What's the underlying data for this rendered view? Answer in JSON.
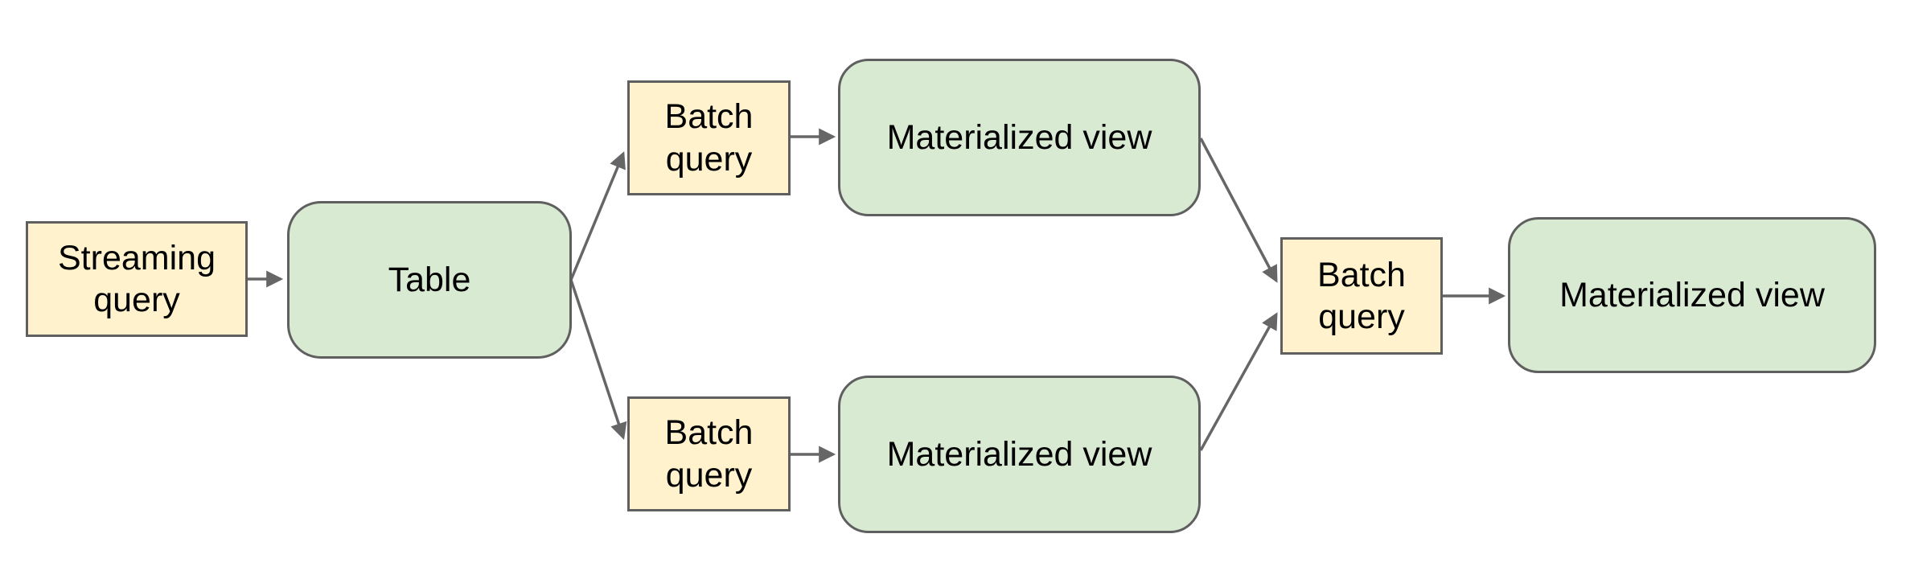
{
  "diagram": {
    "background_color": "#ffffff",
    "colors": {
      "query_node_fill": "#fff2cc",
      "view_node_fill": "#d9ead3",
      "node_border": "#5f5f5f",
      "arrow": "#666666",
      "text": "#000000"
    },
    "nodes": [
      {
        "id": "streaming-query",
        "label": "Streaming query",
        "shape": "rectangle",
        "fill": "#fff2cc"
      },
      {
        "id": "table",
        "label": "Table",
        "shape": "rounded-rectangle",
        "fill": "#d9ead3"
      },
      {
        "id": "batch-query-top",
        "label": "Batch query",
        "shape": "rectangle",
        "fill": "#fff2cc"
      },
      {
        "id": "materialized-view-top",
        "label": "Materialized view",
        "shape": "rounded-rectangle",
        "fill": "#d9ead3"
      },
      {
        "id": "batch-query-bottom",
        "label": "Batch query",
        "shape": "rectangle",
        "fill": "#fff2cc"
      },
      {
        "id": "materialized-view-bottom",
        "label": "Materialized view",
        "shape": "rounded-rectangle",
        "fill": "#d9ead3"
      },
      {
        "id": "batch-query-right",
        "label": "Batch query",
        "shape": "rectangle",
        "fill": "#fff2cc"
      },
      {
        "id": "materialized-view-right",
        "label": "Materialized view",
        "shape": "rounded-rectangle",
        "fill": "#d9ead3"
      }
    ],
    "edges": [
      {
        "from": "streaming-query",
        "to": "table"
      },
      {
        "from": "table",
        "to": "batch-query-top"
      },
      {
        "from": "table",
        "to": "batch-query-bottom"
      },
      {
        "from": "batch-query-top",
        "to": "materialized-view-top"
      },
      {
        "from": "batch-query-bottom",
        "to": "materialized-view-bottom"
      },
      {
        "from": "materialized-view-top",
        "to": "batch-query-right"
      },
      {
        "from": "materialized-view-bottom",
        "to": "batch-query-right"
      },
      {
        "from": "batch-query-right",
        "to": "materialized-view-right"
      }
    ]
  }
}
